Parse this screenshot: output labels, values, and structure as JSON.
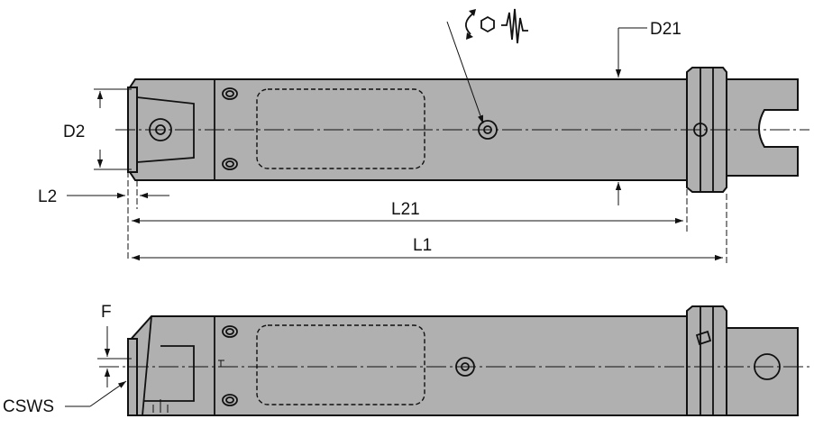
{
  "labels": {
    "d21": "D21",
    "d2": "D2",
    "l2": "L2",
    "l21": "L21",
    "l1": "L1",
    "f": "F",
    "csws": "CSWS"
  },
  "icons": [
    "hex-socket-rotate-icon",
    "vibration-wave-icon"
  ],
  "colors": {
    "body": "#b0b0b0",
    "line": "#111111",
    "background": "#ffffff"
  }
}
